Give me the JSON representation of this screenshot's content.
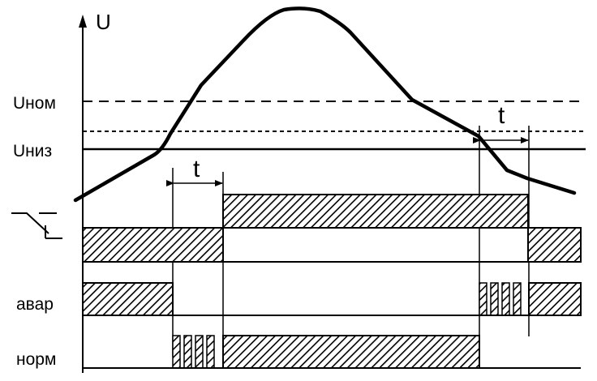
{
  "diagram": {
    "axis_label": "U",
    "levels": {
      "nominal": "Uном",
      "low": "Uниз"
    },
    "delay_labels": [
      "t",
      "t"
    ],
    "rows": {
      "alarm": "авар",
      "normal": "норм"
    },
    "contact_symbol": "relay-contact-icon",
    "colors": {
      "ink": "#000000",
      "background": "#ffffff"
    }
  }
}
